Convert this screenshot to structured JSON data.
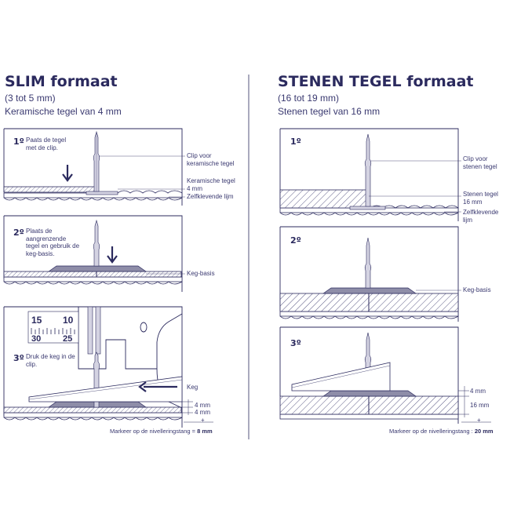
{
  "left": {
    "title": "SLIM formaat",
    "subtitle1": "(3 tot 5 mm)",
    "subtitle2": "Keramische tegel van 4 mm",
    "steps": [
      {
        "num": "1º",
        "text": "Paats de tegel met de clip."
      },
      {
        "num": "2º",
        "text": "Plaats de aangrenzende tegel en gebruik de keg-basis."
      },
      {
        "num": "3º",
        "text": "Druk de keg in de clip."
      }
    ],
    "labels": {
      "clip": "Clip voor keramische tegel",
      "tile": "Keramische tegel 4 mm",
      "glue": "Zelfklevende lijm",
      "base": "Keg-basis",
      "wedge": "Keg",
      "dim1": "4 mm",
      "dim2": "4 mm",
      "plus": "+"
    },
    "ruler": {
      "top": [
        "15",
        "10"
      ],
      "bottom": [
        "30",
        "25"
      ]
    },
    "marker_text": "Markeer op de nivelleringstang =",
    "marker_value": "8 mm"
  },
  "right": {
    "title": "STENEN TEGEL formaat",
    "subtitle1": "(16 tot 19 mm)",
    "subtitle2": "Stenen tegel van 16 mm",
    "steps": [
      {
        "num": "1º"
      },
      {
        "num": "2º"
      },
      {
        "num": "3º"
      }
    ],
    "labels": {
      "clip": "Clip voor stenen tegel",
      "tile": "Stenen tegel 16 mm",
      "glue": "Zelfklevende lijm",
      "base": "Keg-basis",
      "dim1": "4 mm",
      "dim2": "16 mm",
      "plus": "+"
    },
    "marker_text": "Markeer op de nivelleringstang :",
    "marker_value": "20 mm"
  },
  "colors": {
    "navy": "#2b2a5e",
    "tile": "#b7b6cc",
    "base": "#8e8da8",
    "clip": "#d4d3e2"
  }
}
